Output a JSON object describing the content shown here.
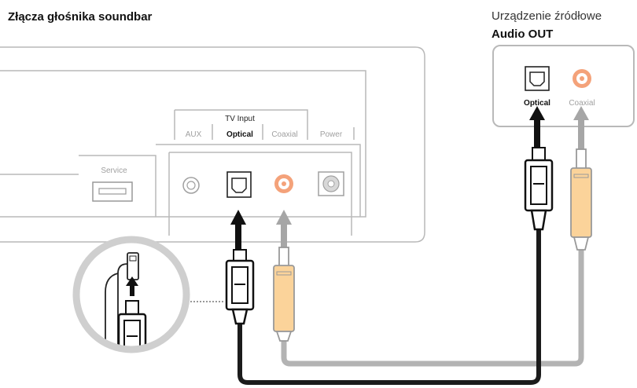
{
  "soundbar": {
    "heading": "Złącza głośnika soundbar",
    "group_label": "TV Input",
    "port_labels": {
      "aux": "AUX",
      "optical": "Optical",
      "coaxial": "Coaxial",
      "power": "Power",
      "service": "Service"
    }
  },
  "source": {
    "heading": "Urządzenie źródłowe",
    "subheading": "Audio OUT",
    "port_labels": {
      "optical": "Optical",
      "coaxial": "Coaxial"
    }
  },
  "colors": {
    "panel_stroke": "#b9b9b9",
    "optical_cable": "#1b1b1b",
    "coaxial_cable": "#b3b3b3",
    "coaxial_plug": "#fbd39a",
    "coaxial_port": "#f4a27a",
    "arrow_dark": "#111111",
    "arrow_light": "#a6a6a6"
  }
}
